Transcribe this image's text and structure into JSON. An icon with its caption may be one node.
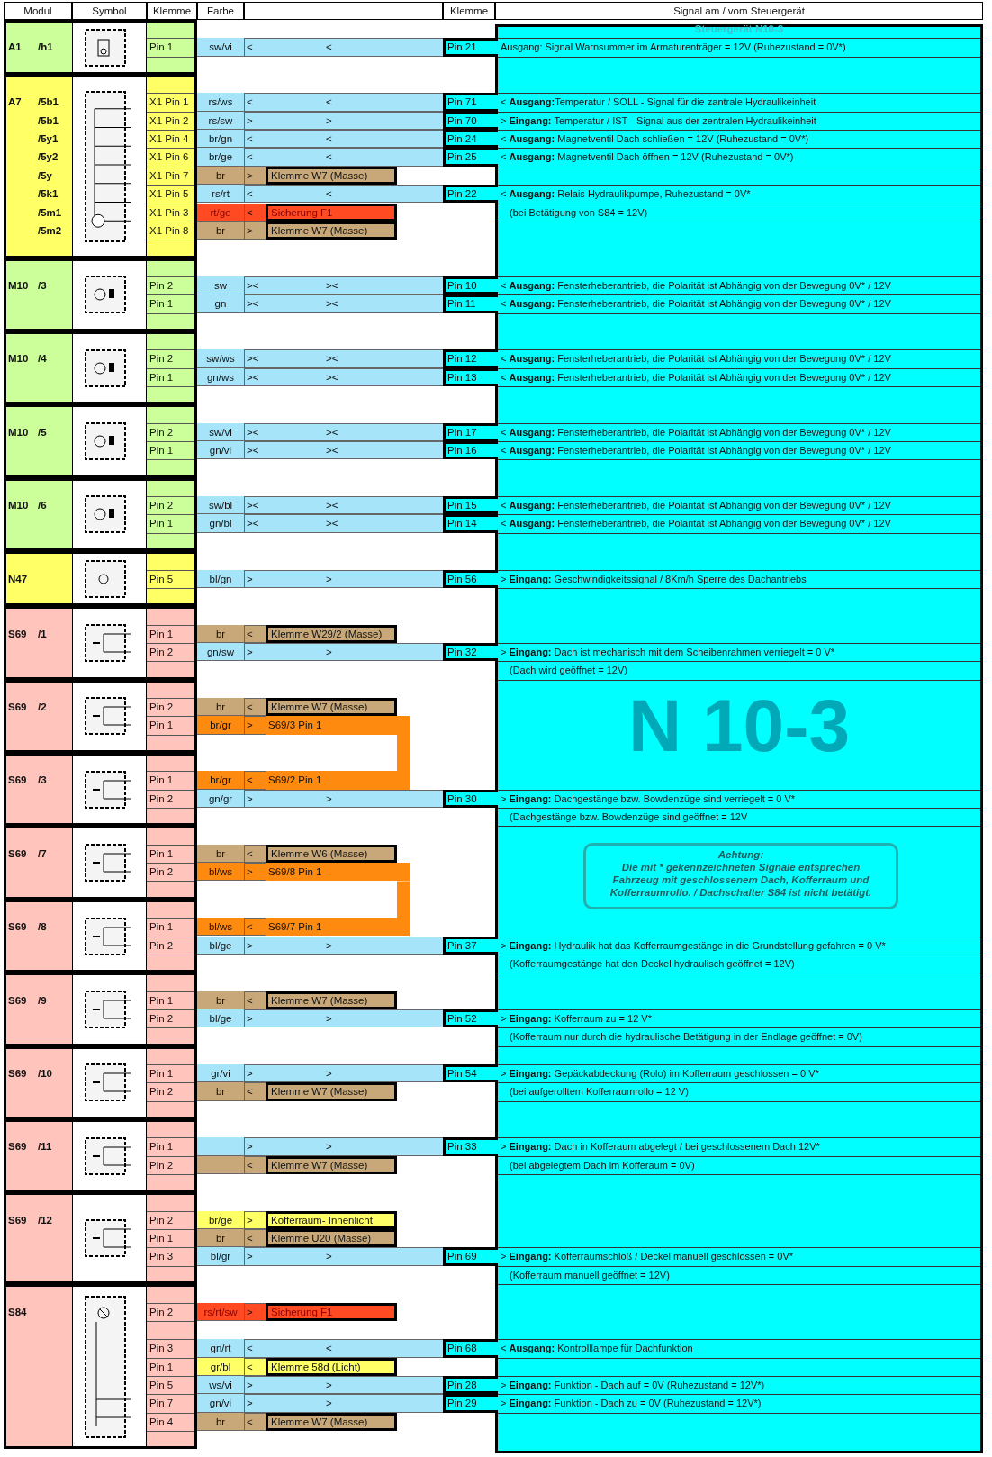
{
  "diagram": {
    "nodes": [
      {
        "text": [
          "S69/3 Pin 1"
        ]
      },
      {
        "text": [
          "S69/2 Pin 1"
        ]
      },
      {
        "text": [
          "Achtung:",
          "Die mit * gekennzeichneten Signale entsprechen Fahrzeug mit geschlossenem Dach, Kofferraum und Kofferraumrollo. / Dachschalter S84 ist nicht betätigt."
        ]
      },
      {
        "text": [
          "S69/8 Pin 1"
        ]
      },
      {
        "text": [
          "S69/7 Pin 1"
        ]
      }
    ],
    "edges": [
      {
        "from": 0,
        "to": 1,
        "arrow": "none"
      },
      {
        "from": 3,
        "to": 4,
        "arrow": "none"
      }
    ],
    "labels": [
      "Modul",
      "Symbol",
      "Klemme",
      "Farbe",
      "Klemme",
      "Signal am / vom Steuergerät",
      "Steuergerät N10-3",
      "A1",
      "/h1",
      "Pin 1",
      "sw/vi",
      "<",
      "<",
      "Pin 21",
      "Ausgang: Signal Warnsummer im Armaturenträger = 12V (Ruhezustand = 0V*)",
      "A7",
      "/5b1",
      "X1 Pin 1",
      "rs/ws",
      "<",
      "<",
      "Pin 71",
      "< **Ausgang:**Temperatur / SOLL - Signal für die zantrale Hydraulikeinheit",
      "/5b1",
      "X1 Pin 2",
      "rs/sw",
      ">",
      ">",
      "Pin 70",
      "> **Eingang:** Temperatur / IST - Signal aus der zentralen Hydraulikeinheit",
      "/5y1",
      "X1 Pin 4",
      "br/gn",
      "<",
      "<",
      "Pin 24",
      "< **Ausgang:** Magnetventil Dach schließen = 12V (Ruhezustand = 0V*)",
      "/5y2",
      "X1 Pin 6",
      "br/ge",
      "<",
      "<",
      "Pin 25",
      "< **Ausgang:** Magnetventil Dach öffnen = 12V (Ruhezustand = 0V*)",
      "/5y",
      "X1 Pin 7",
      "br",
      ">",
      "Klemme W7 (Masse)",
      "/5k1",
      "X1 Pin 5",
      "rs/rt",
      "<",
      "<",
      "Pin 22",
      "< **Ausgang:** Relais Hydraulikpumpe, Ruhezustand = 0V*",
      "/5m1",
      "X1 Pin 3",
      "rt/ge",
      "<",
      "Sicherung F1",
      "(bei Betätigung von S84 = 12V)",
      "/5m2",
      "X1 Pin 8",
      "br",
      ">",
      "Klemme W7 (Masse)",
      "M10",
      "/3",
      "Pin 2",
      "sw",
      "><",
      "><",
      "Pin 10",
      "< **Ausgang:** Fensterheberantrieb, die Polarität ist Abhängig von der Bewegung 0V* / 12V",
      "Pin 1",
      "gn",
      "><",
      "><",
      "Pin 11",
      "< **Ausgang:** Fensterheberantrieb, die Polarität ist Abhängig von der Bewegung 0V* / 12V",
      "M10",
      "/4",
      "Pin 2",
      "sw/ws",
      "><",
      "><",
      "Pin 12",
      "< **Ausgang:** Fensterheberantrieb, die Polarität ist Abhängig von der Bewegung 0V* / 12V",
      "Pin 1",
      "gn/ws",
      "><",
      "><",
      "Pin 13",
      "< **Ausgang:** Fensterheberantrieb, die Polarität ist Abhängig von der Bewegung 0V* / 12V",
      "M10",
      "/5",
      "Pin 2",
      "sw/vi",
      "><",
      "><",
      "Pin 17",
      "< **Ausgang:** Fensterheberantrieb, die Polarität ist Abhängig von der Bewegung 0V* / 12V",
      "Pin 1",
      "gn/vi",
      "><",
      "><",
      "Pin 16",
      "< **Ausgang:** Fensterheberantrieb, die Polarität ist Abhängig von der Bewegung 0V* / 12V",
      "M10",
      "/6",
      "Pin 2",
      "sw/bl",
      "><",
      "><",
      "Pin 15",
      "< **Ausgang:** Fensterheberantrieb, die Polarität ist Abhängig von der Bewegung 0V* / 12V",
      "Pin 1",
      "gn/bl",
      "><",
      "><",
      "Pin 14",
      "< **Ausgang:** Fensterheberantrieb, die Polarität ist Abhängig von der Bewegung 0V* / 12V",
      "N47",
      "Pin 5",
      "bl/gn",
      ">",
      ">",
      "Pin 56",
      "> **Eingang:** Geschwindigkeitssignal / 8Km/h Sperre des Dachantriebs",
      "S69",
      "/1",
      "Pin 1",
      "br",
      "<",
      "Klemme W29/2 (Masse)",
      "Pin 2",
      "gn/sw",
      ">",
      ">",
      "Pin 32",
      "> **Eingang:** Dach ist mechanisch mit dem Scheibenrahmen verriegelt = 0 V*",
      "(Dach wird geöffnet = 12V)",
      "N 10-3",
      "S69",
      "/2",
      "Pin 2",
      "br",
      "<",
      "Klemme W7 (Masse)",
      "Pin 1",
      "br/gr",
      ">",
      "S69",
      "/3",
      "Pin 1",
      "br/gr",
      "<",
      "Pin 2",
      "gn/gr",
      ">",
      ">",
      "Pin 30",
      "> **Eingang:** Dachgestänge bzw. Bowdenzüge sind verriegelt = 0 V*",
      "(Dachgestänge bzw. Bowdenzüge sind geöffnet = 12V",
      "S69",
      "/7",
      "Pin 1",
      "br",
      "<",
      "Klemme W6 (Masse)",
      "Pin 2",
      "bl/ws",
      ">",
      "S69",
      "/8",
      "Pin 1",
      "bl/ws",
      "<",
      "Pin 2",
      "bl/ge",
      ">",
      ">",
      "Pin 37",
      "> **Eingang:** Hydraulik hat das Kofferraumgestänge in die Grundstellung gefahren = 0 V*",
      "(Kofferraumgestänge hat den Deckel hydraulisch geöffnet = 12V)",
      "S69",
      "/9",
      "Pin 1",
      "br",
      "<",
      "Klemme W7 (Masse)",
      "Pin 2",
      "bl/ge",
      ">",
      ">",
      "Pin 52",
      "> **Eingang:** Kofferraum zu = 12 V*",
      "(Kofferraum nur durch die hydraulische Betätigung in der Endlage geöffnet = 0V)",
      "S69",
      "/10",
      "Pin 1",
      "gr/vi",
      ">",
      ">",
      "Pin 54",
      "> **Eingang:** Gepäckabdeckung (Rolo) im Kofferraum geschlossen = 0 V*",
      "Pin 2",
      "br",
      "<",
      "Klemme W7 (Masse)",
      "(bei aufgerolltem Kofferraumrollo = 12 V)",
      "S69",
      "/11",
      "Pin 1",
      ">",
      ">",
      "Pin 33",
      "> **Eingang:** Dach in Kofferaum abgelegt / bei geschlossenem Dach 12V*",
      "Pin 2",
      "<",
      "Klemme W7 (Masse)",
      "(bei abgelegtem Dach im Kofferaum = 0V)",
      "S69",
      "/12",
      "Pin 2",
      "br/ge",
      ">",
      "Kofferraum- Innenlicht",
      "Pin 1",
      "br",
      "<",
      "Klemme U20 (Masse)",
      "Pin 3",
      "bl/gr",
      ">",
      ">",
      "Pin 69",
      "> **Eingang:** Kofferraumschloß / Deckel manuell geschlossen = 0V*",
      "(Kofferraum manuell geöffnet = 12V)",
      "S84",
      "Pin 2",
      "rs/rt/sw",
      ">",
      "Sicherung F1",
      "Pin 3",
      "gn/rt",
      "<",
      "<",
      "Pin 68",
      "< **Ausgang:** Kontrolllampe für Dachfunktion",
      "Pin 1",
      "gr/bl",
      "<",
      "Klemme 58d (Licht)",
      "Pin 5",
      "ws/vi",
      ">",
      ">",
      "Pin 28",
      "> **Eingang:** Funktion - Dach auf = 0V (Ruhezustand = 12V*)",
      "Pin 7",
      "gn/vi",
      ">",
      ">",
      "Pin 29",
      "> **Eingang:** Funktion - Dach zu = 0V (Ruhezustand = 12V*)",
      "Pin 4",
      "br",
      "<",
      "Klemme W7 (Masse)"
    ]
  }
}
